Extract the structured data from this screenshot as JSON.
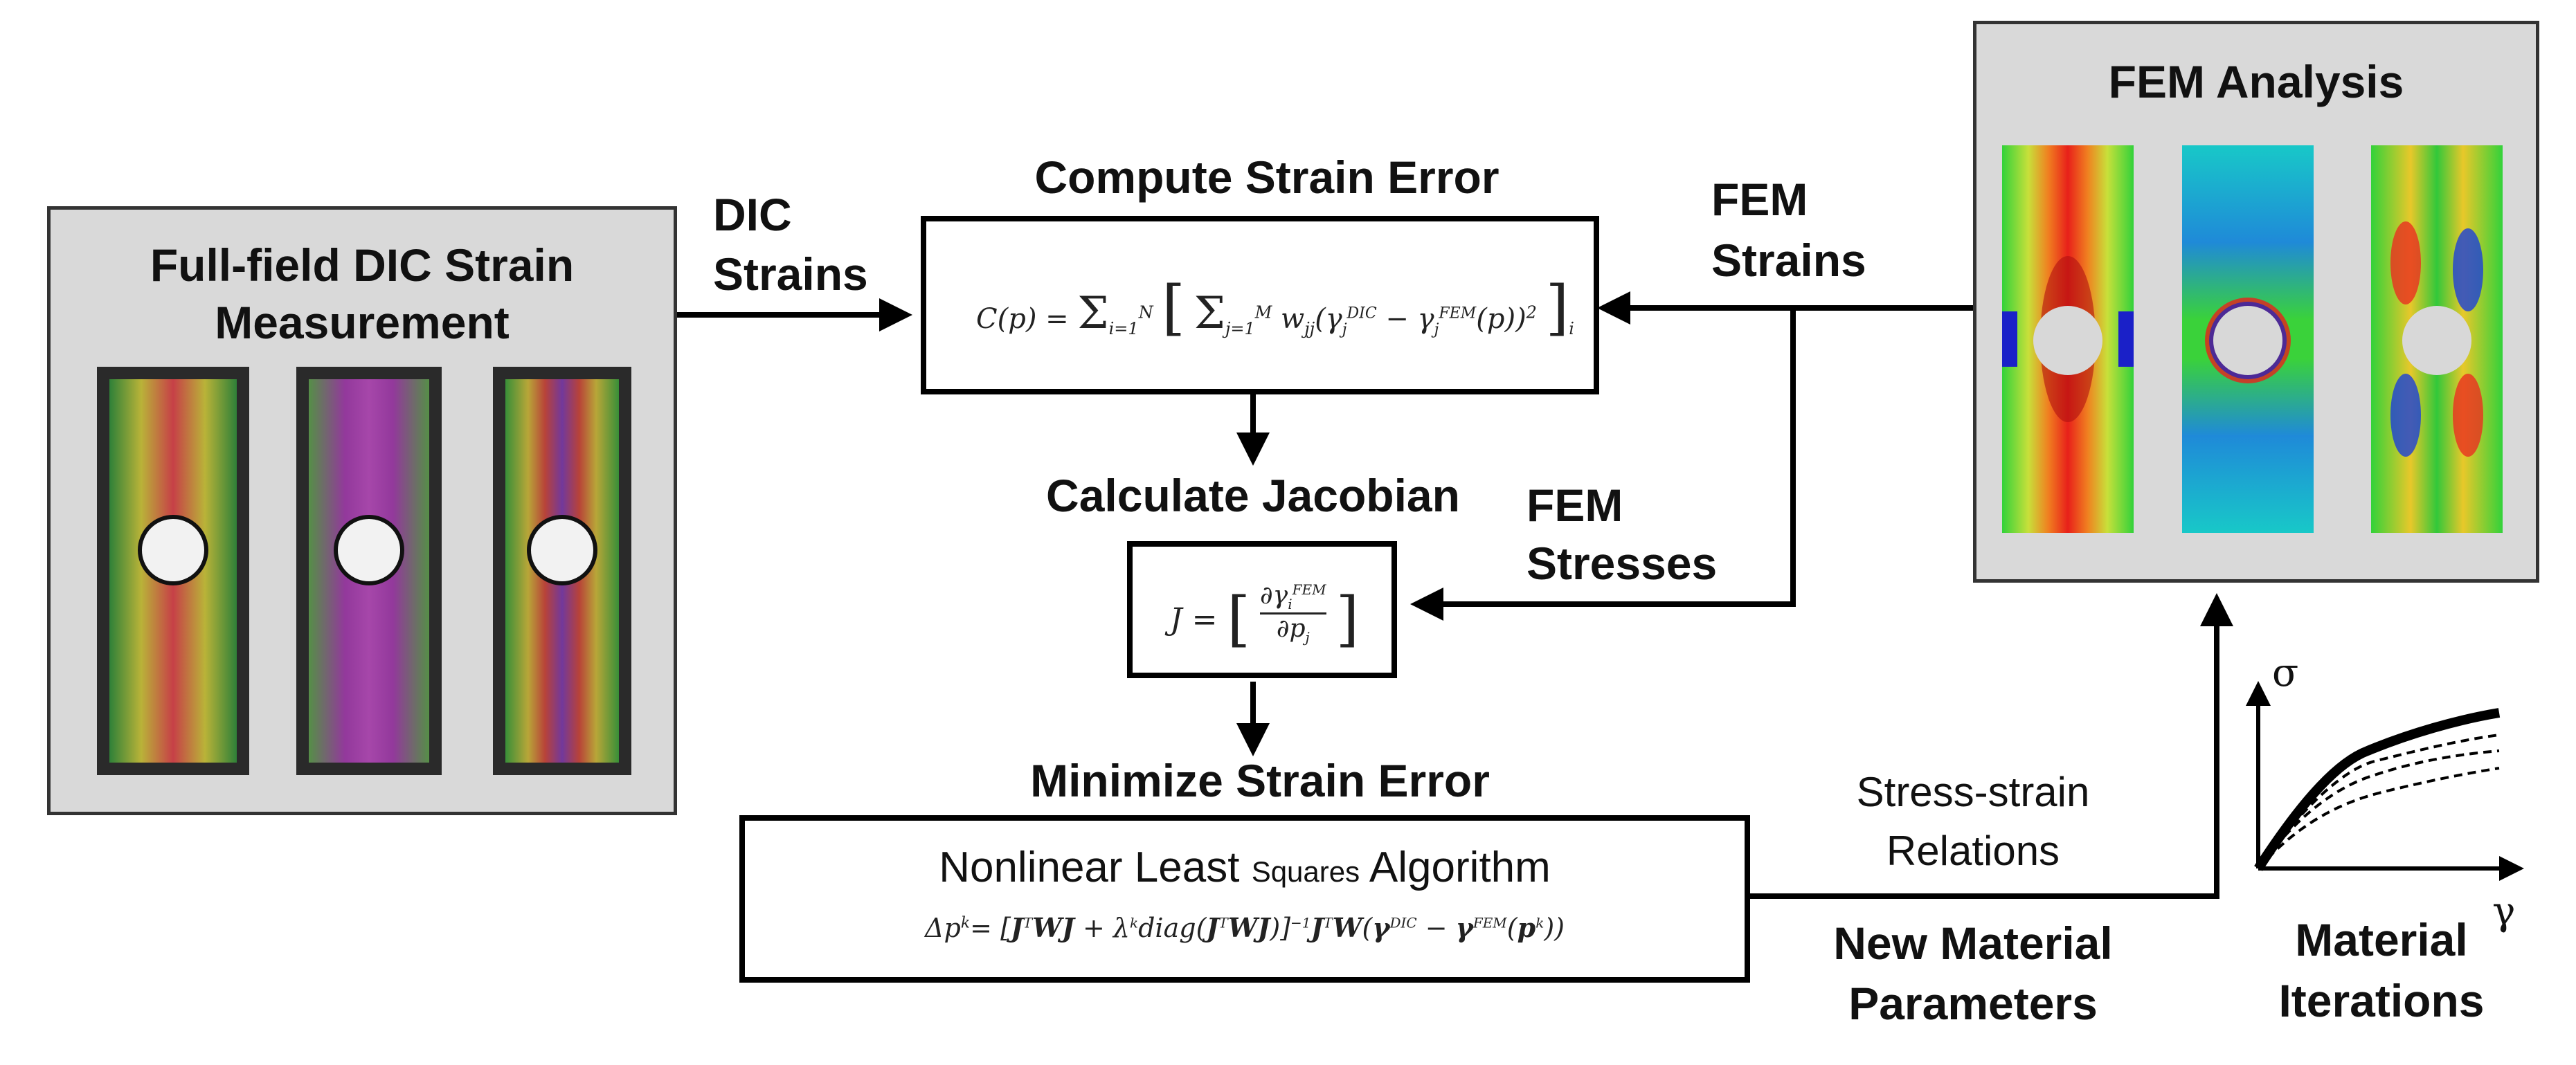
{
  "dic_panel": {
    "title_line1": "Full-field DIC Strain",
    "title_line2": "Measurement"
  },
  "fem_panel": {
    "title": "FEM Analysis"
  },
  "labels": {
    "dic_strains_l1": "DIC",
    "dic_strains_l2": "Strains",
    "fem_strains_l1": "FEM",
    "fem_strains_l2": "Strains",
    "fem_stresses_l1": "FEM",
    "fem_stresses_l2": "Stresses",
    "stress_strain_l1": "Stress-strain",
    "stress_strain_l2": "Relations",
    "new_params_l1": "New Material",
    "new_params_l2": "Parameters",
    "material_iter_l1": "Material",
    "material_iter_l2": "Iterations",
    "sigma": "σ",
    "gamma": "γ"
  },
  "steps": {
    "compute_title": "Compute Strain Error",
    "compute_formula": "C(p) = Σi=1..N [ Σj=1..M wjj(γjDIC − γjFEM(p))2 ]i",
    "jacobian_title": "Calculate Jacobian",
    "jacobian_formula": "J = [ ∂γiFEM / ∂pj ]",
    "minimize_title": "Minimize Strain Error",
    "algorithm_name_a": "Nonlinear Least ",
    "algorithm_name_b": "Squares",
    "algorithm_name_c": " Algorithm",
    "update_formula": "Δpk = [JTWJ + λk diag(JTWJ)]−1 JTW(γDIC − γFEM(pk))"
  },
  "colors": {
    "panel_bg": "#d9d9d9",
    "line": "#000000"
  }
}
